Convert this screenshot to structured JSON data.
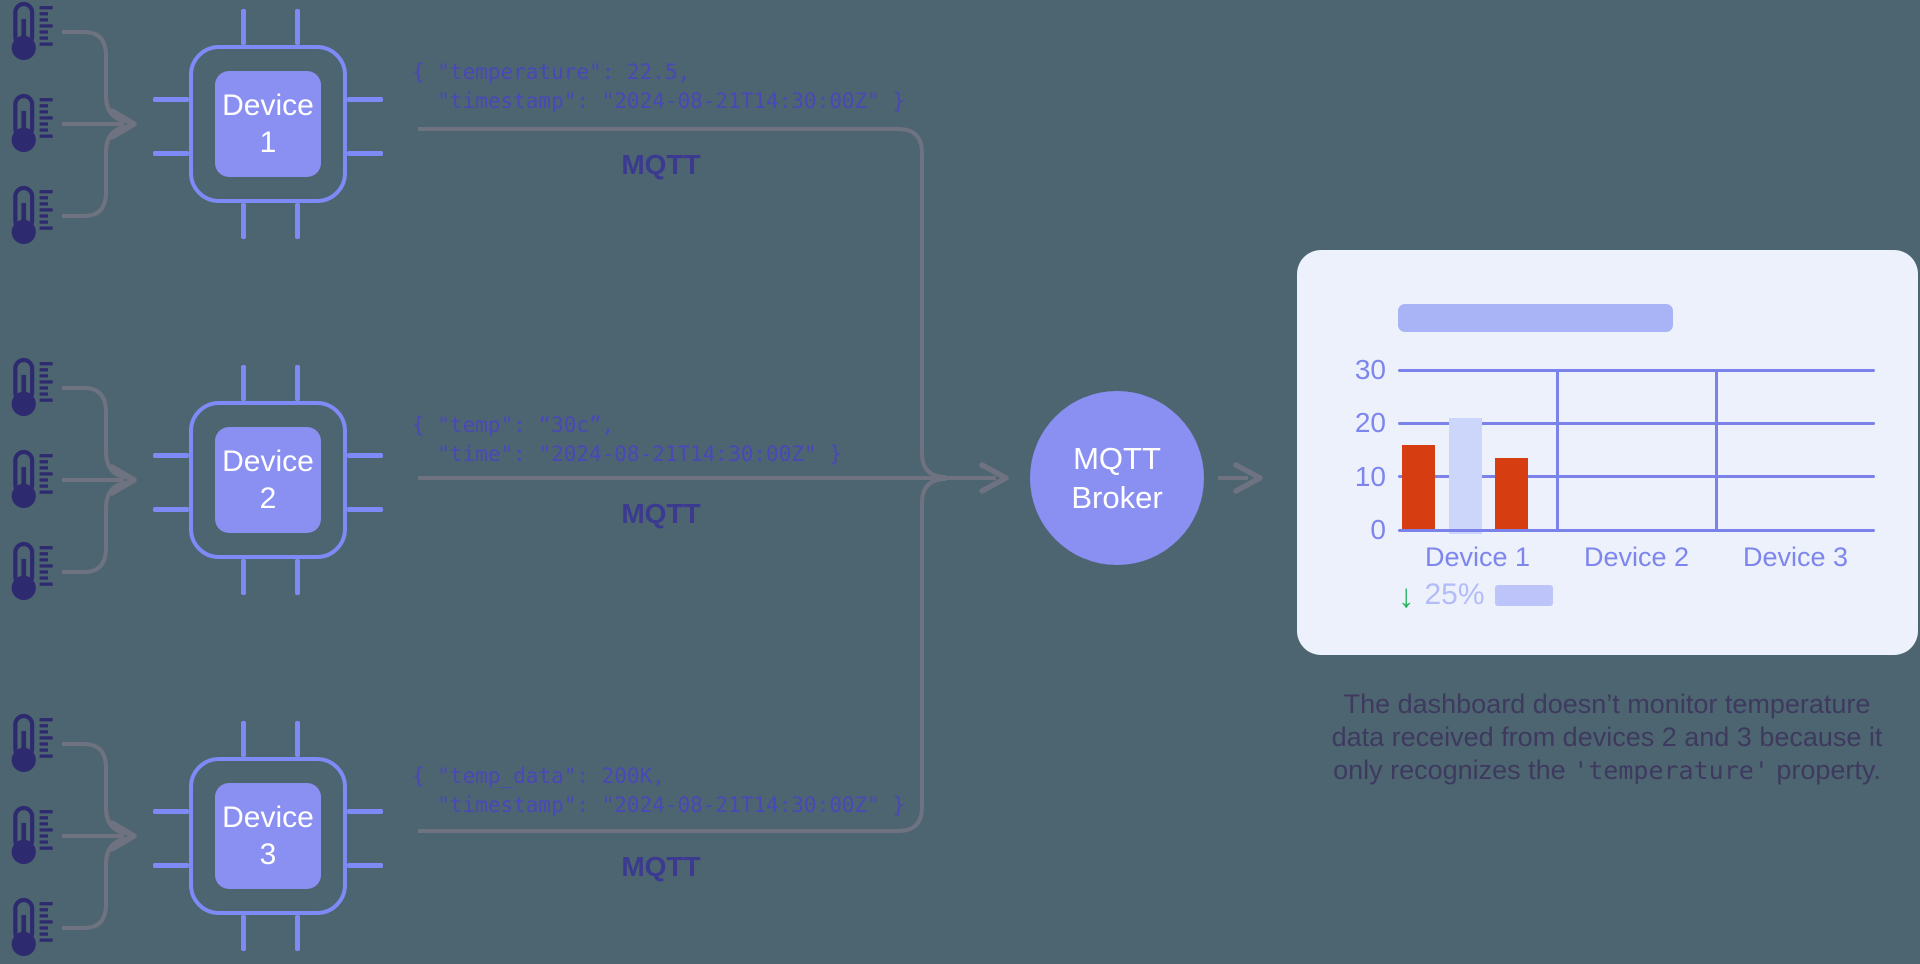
{
  "diagram": {
    "sensors_per_device": 3,
    "devices": [
      {
        "name": "Device 1",
        "label_top": "Device",
        "label_num": "1",
        "payload_line1": "{ \"temperature\": 22.5,",
        "payload_line2": "  \"timestamp\": \"2024-08-21T14:30:00Z\" }",
        "protocol_label": "MQTT"
      },
      {
        "name": "Device 2",
        "label_top": "Device",
        "label_num": "2",
        "payload_line1": "{ \"temp\": “30c”,",
        "payload_line2": "  \"time\": \"2024-08-21T14:30:00Z\" }",
        "protocol_label": "MQTT"
      },
      {
        "name": "Device 3",
        "label_top": "Device",
        "label_num": "3",
        "payload_line1": "{ \"temp_data\": 200K,",
        "payload_line2": "  \"timestamp\": \"2024-08-21T14:30:00Z\" }",
        "protocol_label": "MQTT"
      }
    ],
    "broker": {
      "label_top": "MQTT",
      "label_bottom": "Broker"
    }
  },
  "dashboard": {
    "stat": {
      "trend_icon": "↓",
      "value": "25%"
    },
    "caption": {
      "line1": "The dashboard doesn’t monitor temperature",
      "line2": "data received from devices 2 and 3 because it",
      "line3_pre": "only recognizes the ",
      "line3_code": "'temperature'",
      "line3_post": " property."
    }
  },
  "chart_data": {
    "type": "bar",
    "title": "",
    "categories": [
      "Device 1",
      "Device 2",
      "Device 3"
    ],
    "series": [
      {
        "name": "bar-1",
        "color": "#d63e11",
        "values": [
          16,
          null,
          null
        ]
      },
      {
        "name": "bar-2",
        "color": "#ccd6fa",
        "values": [
          21,
          null,
          null
        ],
        "extends_below_axis": true
      },
      {
        "name": "bar-3",
        "color": "#d63e11",
        "values": [
          13.5,
          null,
          null
        ]
      }
    ],
    "ylim": [
      0,
      30
    ],
    "yticks": [
      0,
      10,
      20,
      30
    ],
    "grid": true,
    "legend": false
  },
  "icons": {
    "sensor": "thermometer-icon",
    "device": "chip-icon",
    "broker": "circle-node",
    "trend_down": "↓"
  },
  "colors": {
    "background": "#4c6570",
    "periwinkle": "#7e8af5",
    "chip_fill": "#8a8ff2",
    "wire_gray": "#6f7280",
    "thermometer_navy": "#2e2a70",
    "json_text": "#4a47b8",
    "mqtt_label": "#3c3a90",
    "card_bg": "#edf1fc",
    "chart_grid": "#7b83eb",
    "chart_label": "#7d86ec",
    "bar_red": "#d63e11",
    "bar_lavender": "#ccd6fa",
    "placeholder": "#a9b4f7",
    "stat_text": "#b3bcf8",
    "trend_green": "#29b562",
    "caption_text": "#3e3a5f"
  }
}
